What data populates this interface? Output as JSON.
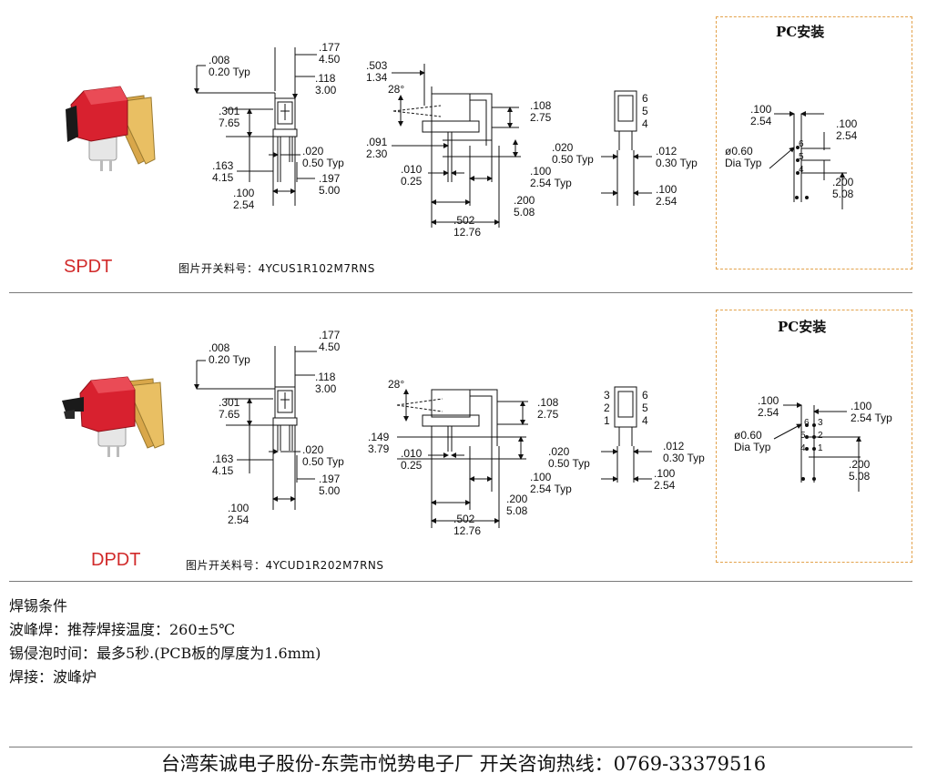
{
  "sections": [
    {
      "variant": "SPDT",
      "part_number": "图片开关料号：4YCUS1R102M7RNS",
      "pc_title": "PC安装",
      "side_dims": [
        ".008\n0.20 Typ",
        ".177\n4.50",
        ".118\n3.00",
        ".301\n7.65",
        ".020\n0.50 Typ",
        ".163\n4.15",
        ".197\n5.00",
        ".100\n2.54"
      ],
      "mid_dims": [
        ".503\n1.34",
        "28°",
        ".108\n2.75",
        ".091\n2.30",
        ".020\n0.50 Typ",
        ".010\n0.25",
        ".100\n2.54 Typ",
        ".200\n5.08",
        ".502\n12.76"
      ],
      "pin_labels": [
        "6",
        "5",
        "4"
      ],
      "right_dims": [
        ".012\n0.30 Typ",
        ".100\n2.54"
      ],
      "pc_dims": [
        ".100\n2.54",
        ".100\n2.54",
        "ø0.60\nDia Typ",
        "6",
        "5",
        "4",
        ".200\n5.08"
      ]
    },
    {
      "variant": "DPDT",
      "part_number": "图片开关料号：4YCUD1R202M7RNS",
      "pc_title": "PC安装",
      "side_dims": [
        ".008\n0.20 Typ",
        ".177\n4.50",
        ".118\n3.00",
        ".301\n7.65",
        ".020\n0.50 Typ",
        ".163\n4.15",
        ".197\n5.00",
        ".100\n2.54"
      ],
      "mid_dims": [
        "28°",
        ".108\n2.75",
        ".149\n3.79",
        ".010\n0.25",
        ".020\n0.50 Typ",
        ".100\n2.54 Typ",
        ".200\n5.08",
        ".502\n12.76"
      ],
      "pin_labels_left": [
        "3",
        "2",
        "1"
      ],
      "pin_labels": [
        "6",
        "5",
        "4"
      ],
      "right_dims": [
        ".012\n0.30 Typ",
        ".100\n2.54"
      ],
      "pc_dims": [
        ".100\n2.54",
        ".100\n2.54 Typ",
        "ø0.60\nDia Typ",
        "6",
        "5",
        "4",
        "3",
        "2",
        "1",
        ".200\n5.08"
      ]
    }
  ],
  "notes": [
    "焊锡条件",
    "波峰焊：推荐焊接温度：260±5℃",
    "锡侵泡时间：最多5秒.(PCB板的厚度为1.6mm)",
    "焊接：波峰炉"
  ],
  "footer": "台湾茱诚电子股份-东莞市悦势电子厂  开关咨询热线：0769-33379516",
  "colors": {
    "divider": "#7a7a7a",
    "pc_box_border": "#e3a24b",
    "variant_text": "#d12a2a",
    "switch_body": "#d8212f",
    "pin_gold": "#d9a74a"
  },
  "icons": [
    "spdt-switch-photo",
    "dpdt-switch-photo"
  ]
}
